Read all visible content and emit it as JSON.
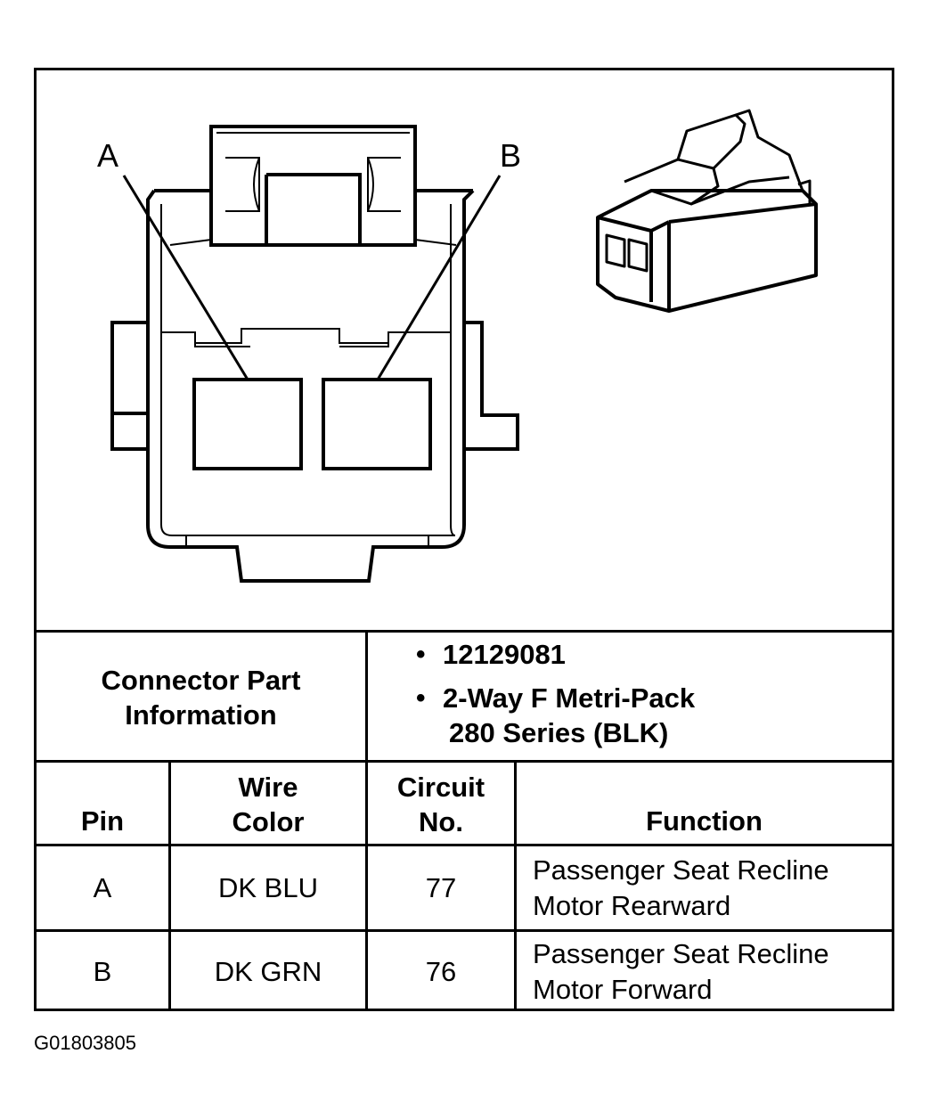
{
  "diagram": {
    "label_a": "A",
    "label_b": "B"
  },
  "connector_info": {
    "label_line1": "Connector Part",
    "label_line2": "Information",
    "bullets": [
      "12129081",
      "2-Way F Metri-Pack"
    ],
    "bullet2_continuation": "280 Series (BLK)"
  },
  "table": {
    "headers": {
      "pin": "Pin",
      "wire_line1": "Wire",
      "wire_line2": "Color",
      "circuit_line1": "Circuit",
      "circuit_line2": "No.",
      "function": "Function"
    },
    "rows": [
      {
        "pin": "A",
        "wire": "DK BLU",
        "circuit": "77",
        "function_line1": "Passenger Seat Recline",
        "function_line2": "Motor Rearward"
      },
      {
        "pin": "B",
        "wire": "DK GRN",
        "circuit": "76",
        "function_line1": "Passenger Seat Recline",
        "function_line2": "Motor Forward"
      }
    ]
  },
  "figure_code": "G01803805"
}
